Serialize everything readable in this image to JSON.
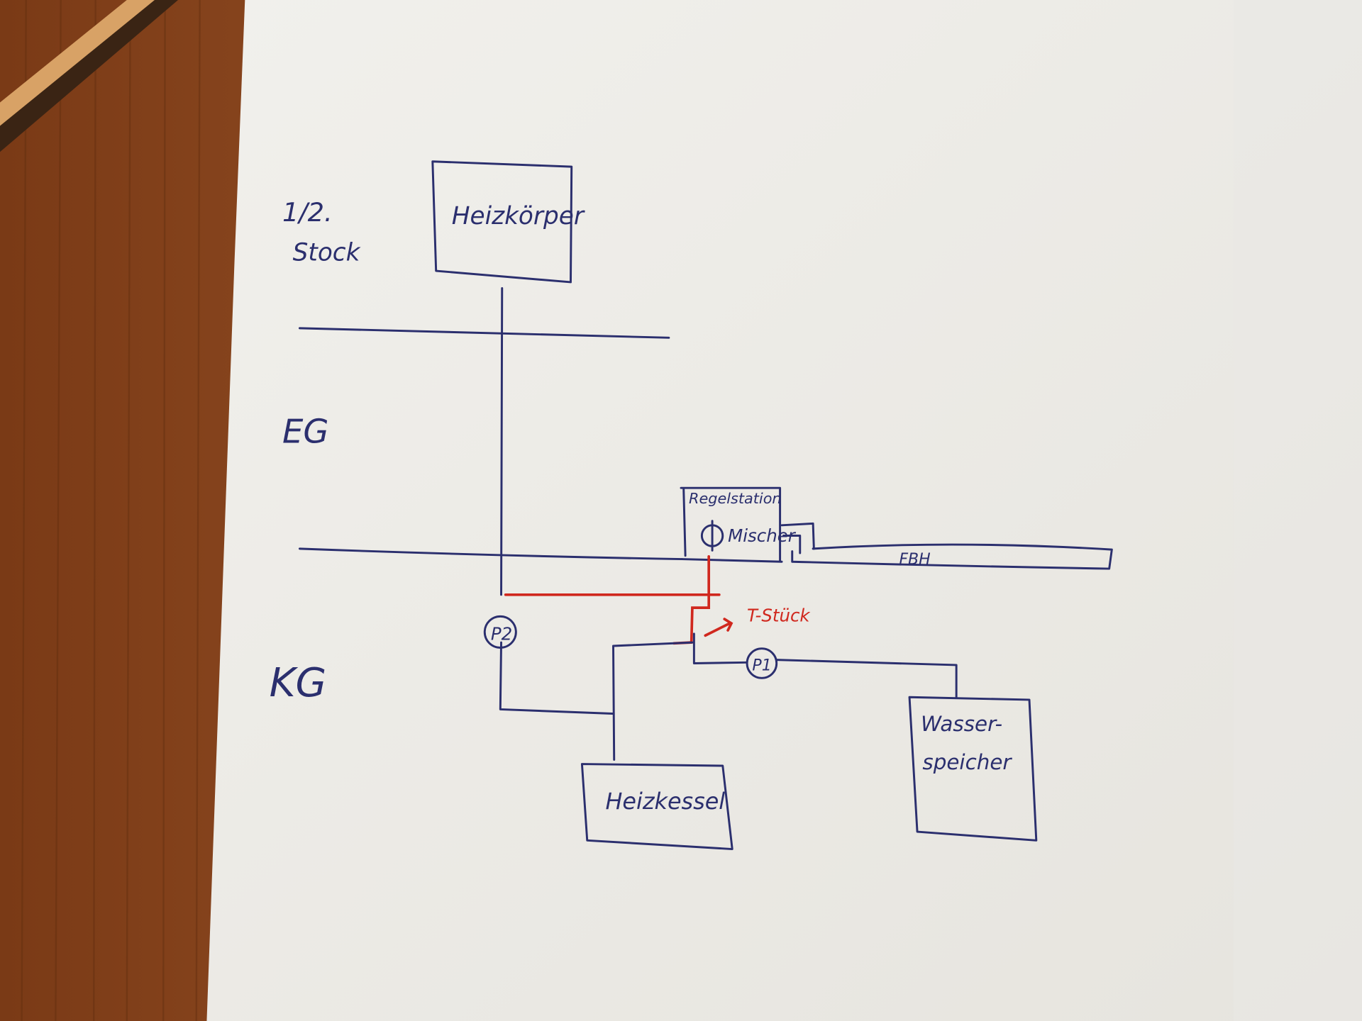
{
  "floors": {
    "upper": "1/2.",
    "upper_line2": "Stock",
    "ground": "EG",
    "basement": "KG"
  },
  "components": {
    "radiator": "Heizkörper",
    "control_station": "Regelstation",
    "mixer": "Mischer",
    "floor_heating": "FBH",
    "pump2": "P2",
    "pump1": "P1",
    "tee_fitting": "T-Stück",
    "boiler": "Heizkessel",
    "water_tank_line1": "Wasser-",
    "water_tank_line2": "speicher"
  },
  "colors": {
    "ink": "#2b2f6e",
    "highlight": "#d0281e",
    "paper": "#eeece6",
    "wood": "#8a4a22"
  }
}
